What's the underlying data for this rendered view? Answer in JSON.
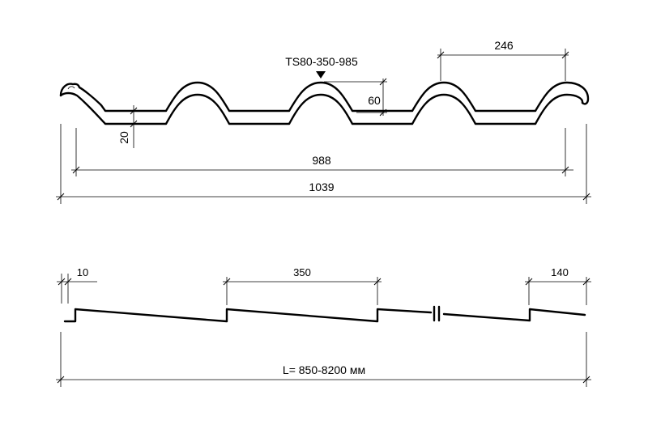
{
  "profile": {
    "model": "TS80-350-985",
    "wave_pitch": "246",
    "wave_height": "60",
    "sheet_thickness_dim": "20",
    "effective_width": "988",
    "total_width": "1039"
  },
  "side_view": {
    "edge_offset": "10",
    "step_length": "350",
    "end_overhang": "140",
    "length_range": "L= 850-8200 мм"
  }
}
